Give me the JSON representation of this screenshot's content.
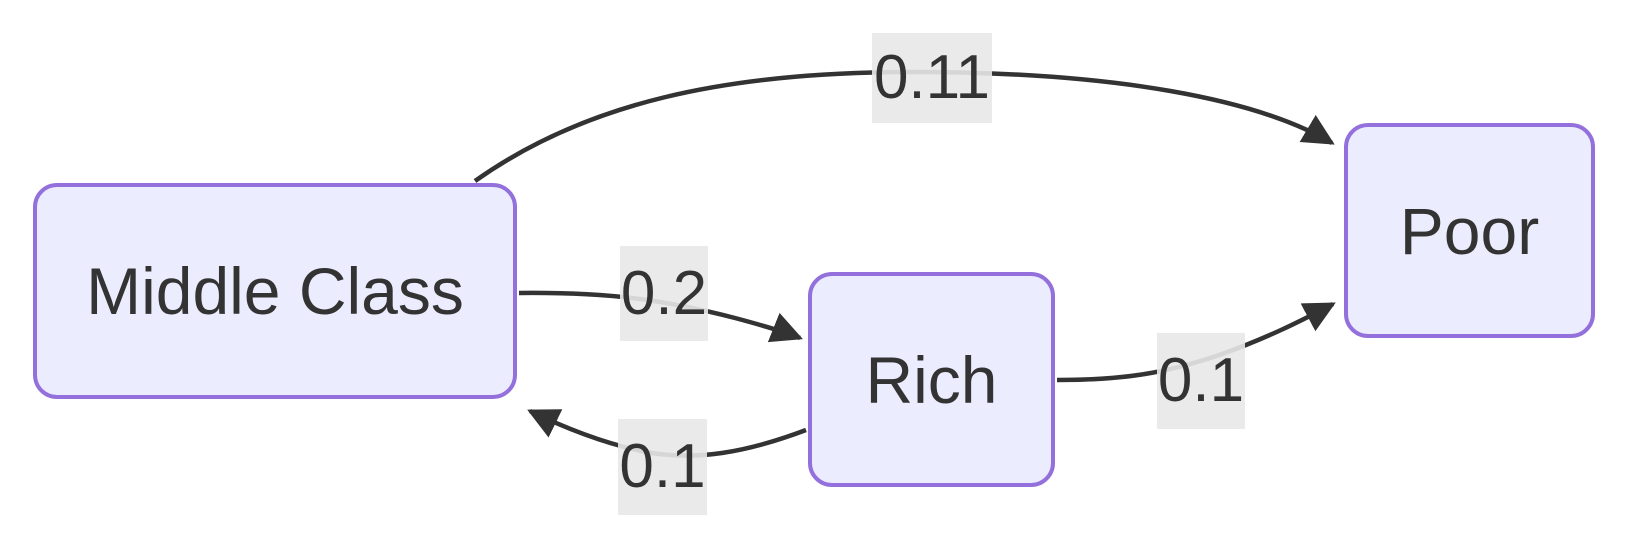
{
  "diagram": {
    "kind": "state-transition-diagram",
    "nodes": [
      {
        "id": "middle_class",
        "label": "Middle Class"
      },
      {
        "id": "rich",
        "label": "Rich"
      },
      {
        "id": "poor",
        "label": "Poor"
      }
    ],
    "edges": [
      {
        "from": "Middle Class",
        "to": "Poor",
        "label": "0.11"
      },
      {
        "from": "Middle Class",
        "to": "Rich",
        "label": "0.2"
      },
      {
        "from": "Rich",
        "to": "Middle Class",
        "label": "0.1"
      },
      {
        "from": "Rich",
        "to": "Poor",
        "label": "0.1"
      }
    ],
    "colors": {
      "background": "#FFFFFF",
      "node_fill": "#ECECFF",
      "node_border": "#9370DB",
      "edge_line": "#333333",
      "edge_label_background": "#E8E8E8",
      "text": "#333333"
    }
  }
}
